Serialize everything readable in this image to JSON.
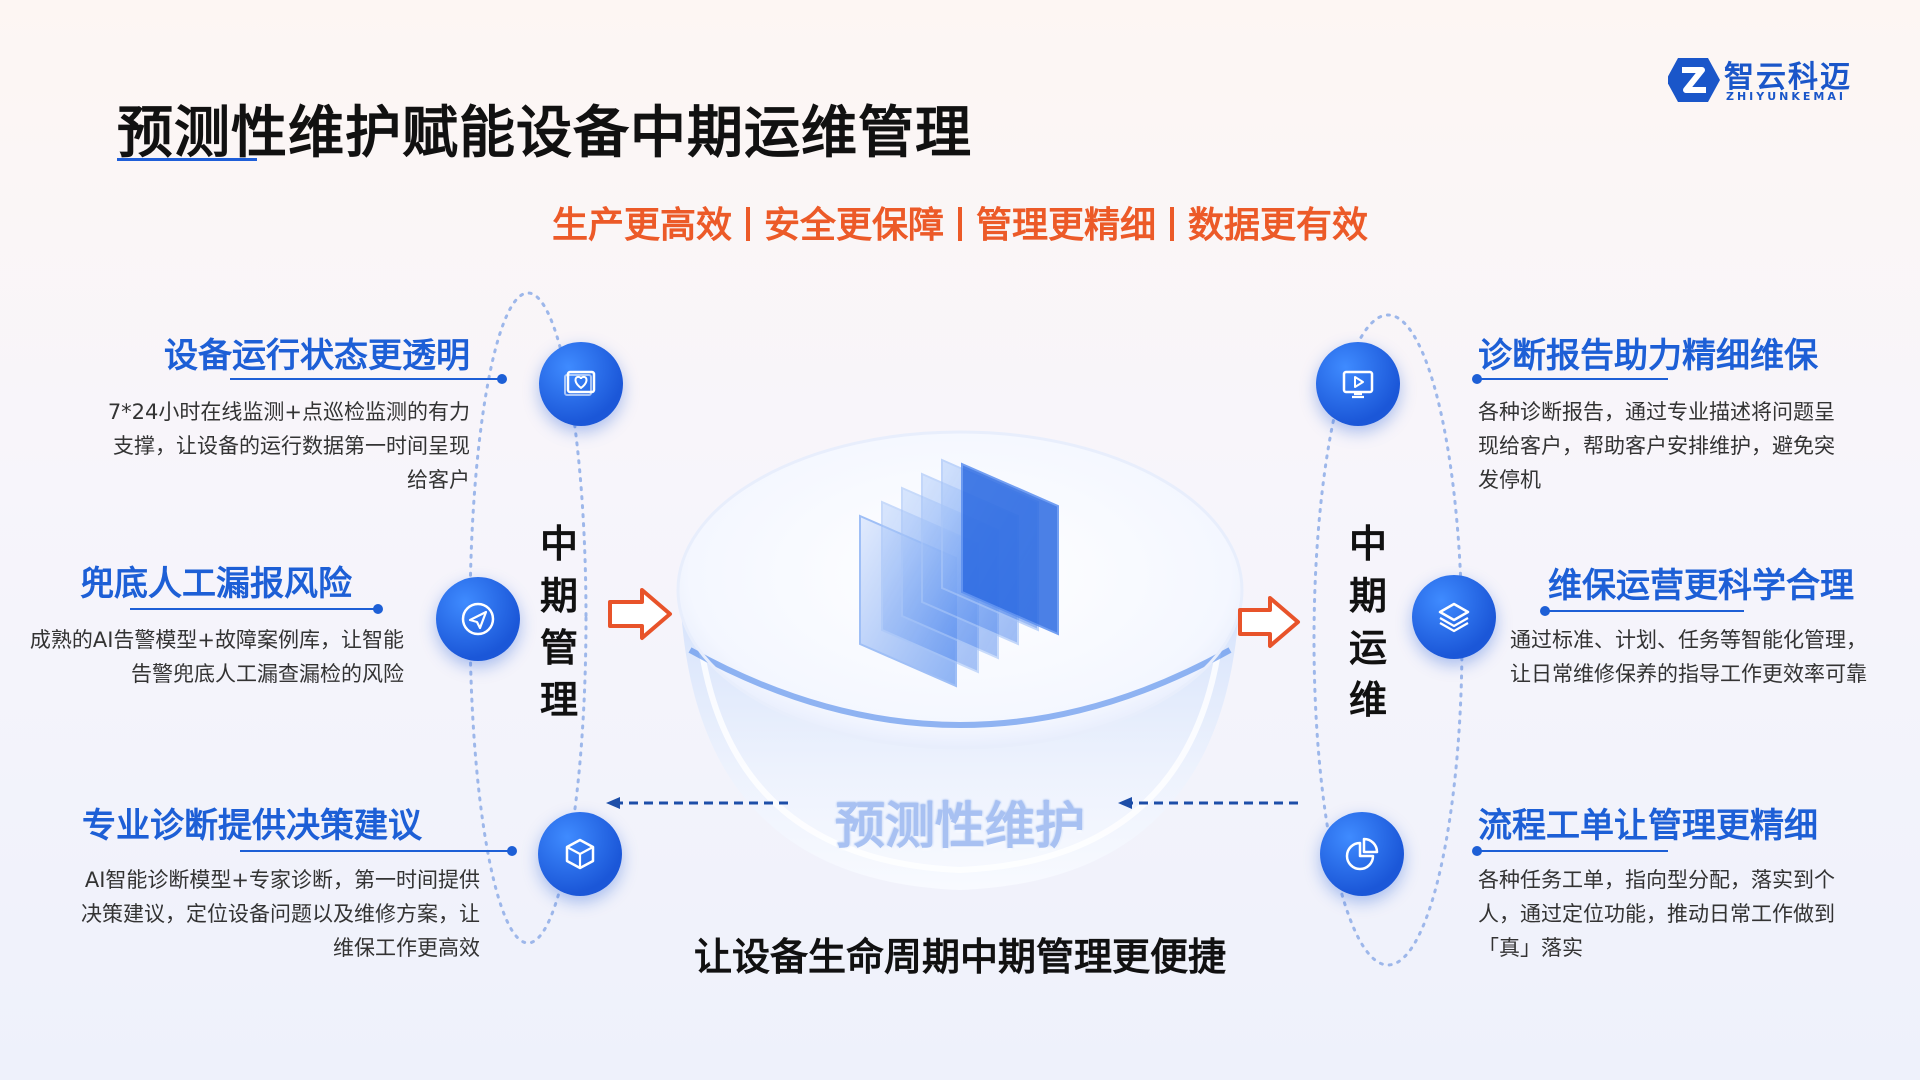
{
  "header": {
    "title": "预测性维护赋能设备中期运维管理",
    "logo_name": "智云科迈",
    "logo_sub": "ZHIYUNKEMAI"
  },
  "slogan": [
    "生产更高效",
    "安全更保障",
    "管理更精细",
    "数据更有效"
  ],
  "left_items": [
    {
      "title": "设备运行状态更透明",
      "desc_lines": [
        "7*24小时在线监测+点巡检监测的有力",
        "支撑，让设备的运行数据第一时间呈现",
        "给客户"
      ],
      "icon": "heart-screen-icon"
    },
    {
      "title": "兜底人工漏报风险",
      "desc_lines": [
        "成熟的AI告警模型+故障案例库，让智能",
        "告警兜底人工漏查漏检的风险"
      ],
      "icon": "paper-plane-icon"
    },
    {
      "title": "专业诊断提供决策建议",
      "desc_lines": [
        "AI智能诊断模型+专家诊断，第一时间提供",
        "决策建议，定位设备问题以及维修方案，让",
        "维保工作更高效"
      ],
      "icon": "cube-icon"
    }
  ],
  "right_items": [
    {
      "title": "诊断报告助力精细维保",
      "desc_lines": [
        "各种诊断报告，通过专业描述将问题呈",
        "现给客户，帮助客户安排维护，避免突",
        "发停机"
      ],
      "icon": "monitor-play-icon"
    },
    {
      "title": "维保运营更科学合理",
      "desc_lines": [
        "通过标准、计划、任务等智能化管理，",
        "让日常维修保养的指导工作更效率可靠"
      ],
      "icon": "layers-icon"
    },
    {
      "title": "流程工单让管理更精细",
      "desc_lines": [
        "各种任务工单，指向型分配，落实到个",
        "人，通过定位功能，推动日常工作做到",
        "「真」落实"
      ],
      "icon": "pie-chart-icon"
    }
  ],
  "left_vertical": [
    "中",
    "期",
    "管",
    "理"
  ],
  "right_vertical": [
    "中",
    "期",
    "运",
    "维"
  ],
  "center_label": "预测性维护",
  "bottom_text": "让设备生命周期中期管理更便捷",
  "colors": {
    "accent_blue": "#1d5fd6",
    "slogan_orange": "#ec5a28",
    "arrow_orange": "#e8532a"
  }
}
